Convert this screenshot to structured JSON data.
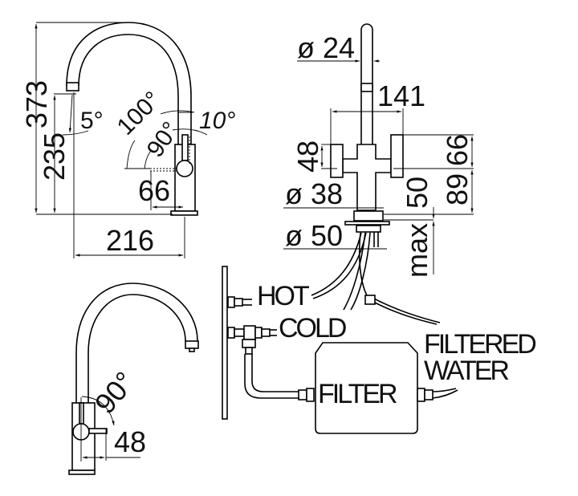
{
  "side_view": {
    "height_total": "373",
    "height_spout": "235",
    "reach": "216",
    "spout_angle": "5°",
    "swivel_angle": "100°",
    "lever_angle_back": "10°",
    "lever_angle": "90°",
    "lever_offset": "66"
  },
  "front_view": {
    "spout_diameter": "ø 24",
    "handle_span": "141",
    "handle_height": "48",
    "body_diameter": "ø 38",
    "hole_diameter": "ø 50",
    "upper_height": "66",
    "lower_height": "89",
    "deck_thickness": "50",
    "deck_max": "max"
  },
  "installation": {
    "hot_label": "HOT",
    "cold_label": "COLD",
    "filter_label": "FILTER",
    "filtered_label_line1": "FILTERED",
    "filtered_label_line2": "WATER"
  },
  "rotated_view": {
    "lever_angle": "90°",
    "lever_length": "48"
  }
}
